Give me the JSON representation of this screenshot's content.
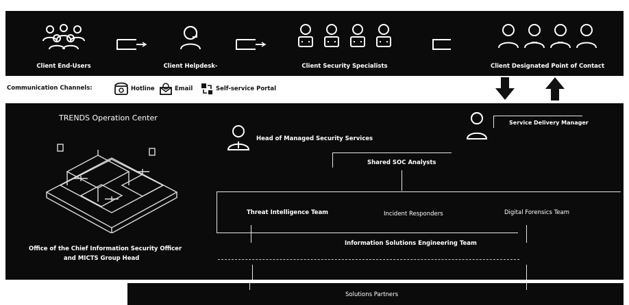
{
  "roles": [
    {
      "label": "Client End-Users",
      "icon": "users-group-icon"
    },
    {
      "label": "Client Helpdesk-",
      "icon": "headset-agent-icon"
    },
    {
      "label": "Client Security Specialists",
      "icon": "developer-icon"
    },
    {
      "label": "Client Designated Point of Contact",
      "icon": "contact-persons-icon"
    }
  ],
  "channels": {
    "label": "Communication Channels:",
    "items": [
      {
        "label": "Hotline",
        "icon": "telephone-icon"
      },
      {
        "label": "Email",
        "icon": "email-icon"
      },
      {
        "label": "Self-service Portal",
        "icon": "portal-icon"
      }
    ]
  },
  "operation_center": {
    "title": "TRENDS Operation Center",
    "office_line1": "Office of the Chief Information Security Officer",
    "office_line2": "and MICTS Group Head"
  },
  "org": {
    "head": "Head of Managed Security Services",
    "service_delivery_manager": "Service Delivery Manager",
    "shared_soc": "Shared SOC Analysts",
    "threat_intel": "Threat Intelligence Team",
    "incident_responders": "Incident Responders",
    "forensics": "Digital Forensics Team",
    "engineering": "Information Solutions Engineering Team",
    "partners": "Solutions Partners"
  },
  "colors": {
    "background": "#0b0b0b",
    "text": "#ffffff"
  }
}
